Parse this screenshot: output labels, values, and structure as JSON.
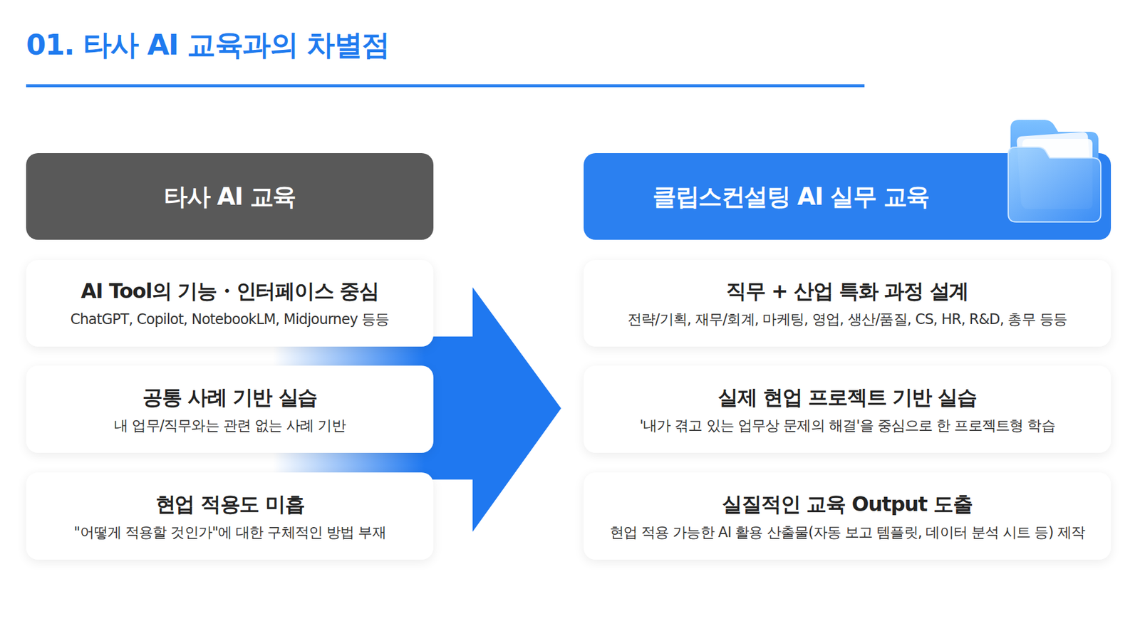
{
  "diagram": {
    "title": "01. 타사 AI 교육과의 차별점",
    "nodes": [
      {
        "text": [
          "타사 AI 교육"
        ]
      },
      {
        "text": [
          "AI Tool의 기능・인터페이스 중심",
          "ChatGPT, Copilot, NotebookLM, Midjourney 등등"
        ]
      },
      {
        "text": [
          "공통 사례 기반 실습",
          "내 업무/직무와는 관련 없는 사례 기반"
        ]
      },
      {
        "text": [
          "현업 적용도 미흡",
          "\"어떻게 적용할 것인가\"에 대한 구체적인 방법 부재"
        ]
      },
      {
        "text": [
          "클립스컨설팅 AI 실무 교육"
        ]
      },
      {
        "text": [
          "직무 + 산업 특화 과정 설계",
          "전략/기획, 재무/회계, 마케팅, 영업, 생산/품질, CS, HR, R&D, 총무 등등"
        ]
      },
      {
        "text": [
          "실제 현업 프로젝트 기반 실습",
          "'내가 겪고 있는 업무상 문제의 해결'을 중심으로 한 프로젝트형 학습"
        ]
      },
      {
        "text": [
          "실질적인 교육 Output 도출",
          "현업 적용 가능한 AI 활용 산출물(자동 보고 템플릿, 데이터 분석 시트 등) 제작"
        ]
      }
    ]
  }
}
